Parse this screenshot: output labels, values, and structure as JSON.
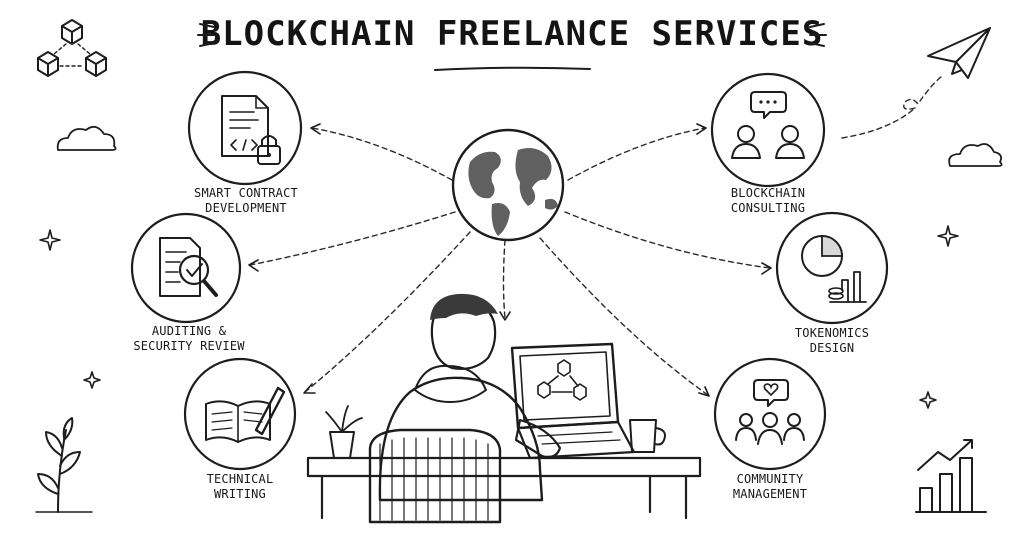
{
  "title": "BLOCKCHAIN FREELANCE SERVICES",
  "center": {
    "icon": "globe-icon"
  },
  "services": [
    {
      "id": "smart-contract",
      "line1": "SMART CONTRACT",
      "line2": "DEVELOPMENT",
      "icon": "contract-lock-icon"
    },
    {
      "id": "auditing",
      "line1": "AUDITING &",
      "line2": "SECURITY REVIEW",
      "icon": "audit-magnifier-icon"
    },
    {
      "id": "technical-writing",
      "line1": "TECHNICAL",
      "line2": "WRITING",
      "icon": "book-pen-icon"
    },
    {
      "id": "consulting",
      "line1": "BLOCKCHAIN",
      "line2": "CONSULTING",
      "icon": "consulting-people-icon"
    },
    {
      "id": "tokenomics",
      "line1": "TOKENOMICS",
      "line2": "DESIGN",
      "icon": "pie-chart-coins-icon"
    },
    {
      "id": "community",
      "line1": "COMMUNITY",
      "line2": "MANAGEMENT",
      "icon": "community-heart-icon"
    }
  ],
  "decorations": [
    "blockchain-cubes-icon",
    "paper-plane-icon",
    "cloud-icon",
    "sparkle-icon",
    "plant-icon",
    "growth-chart-icon",
    "freelancer-at-desk-illustration"
  ]
}
